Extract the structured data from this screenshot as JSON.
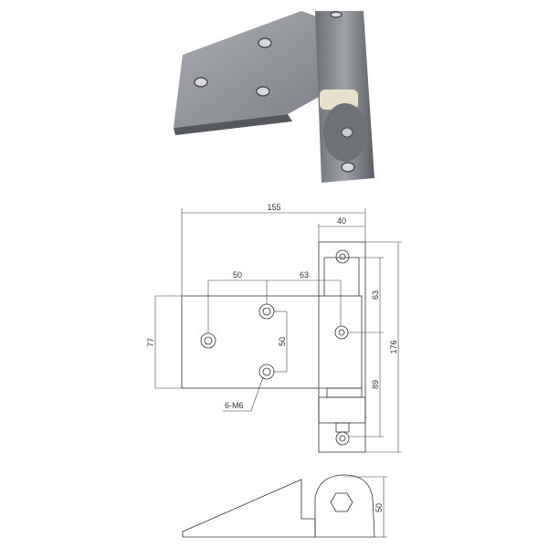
{
  "render": {
    "metal_color": "#8e9196",
    "metal_dark": "#5f6266",
    "metal_light": "#b9bcc0",
    "bushing_color": "#e8e2cf"
  },
  "front_view": {
    "overall_width": "155",
    "leaf_width": "40",
    "hole_spacing_horizontal_left": "50",
    "hole_spacing_horizontal_right": "63",
    "hole_spacing_vertical": "50",
    "plate_height": "77",
    "upper_vertical": "63",
    "lower_vertical": "89",
    "overall_height": "176",
    "hole_callout": "6-M6"
  },
  "side_view": {
    "height": "50"
  }
}
